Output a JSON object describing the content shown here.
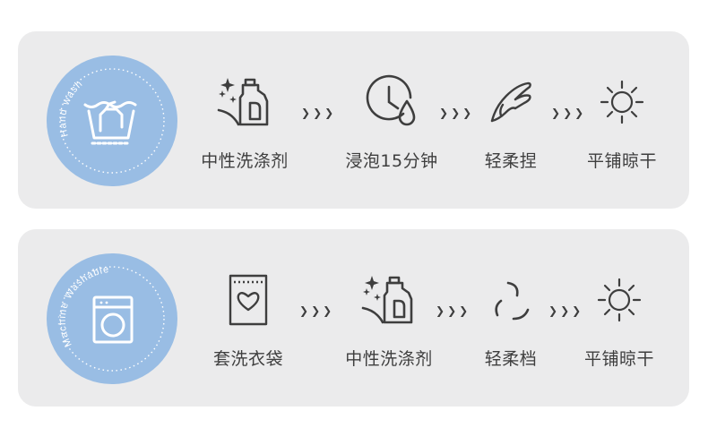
{
  "colors": {
    "panel_bg": "#ebebec",
    "badge": "#99bde4",
    "ink": "#3e3e3e"
  },
  "hand_wash": {
    "badge_text": "Hand wash",
    "badge_icon": "hand-wash-basin-icon",
    "steps": [
      {
        "label": "中性洗涤剂",
        "icon": "detergent-bottle-icon"
      },
      {
        "label": "浸泡15分钟",
        "icon": "clock-drop-icon"
      },
      {
        "label": "轻柔捏",
        "icon": "hand-icon"
      },
      {
        "label": "平铺晾干",
        "icon": "sun-icon"
      }
    ]
  },
  "machine_wash": {
    "badge_text": "Machine Washable",
    "badge_icon": "washing-machine-icon",
    "steps": [
      {
        "label": "套洗衣袋",
        "icon": "laundry-bag-icon"
      },
      {
        "label": "中性洗涤剂",
        "icon": "detergent-bottle-icon"
      },
      {
        "label": "轻柔档",
        "icon": "gentle-cycle-icon"
      },
      {
        "label": "平铺晾干",
        "icon": "sun-icon"
      }
    ]
  }
}
